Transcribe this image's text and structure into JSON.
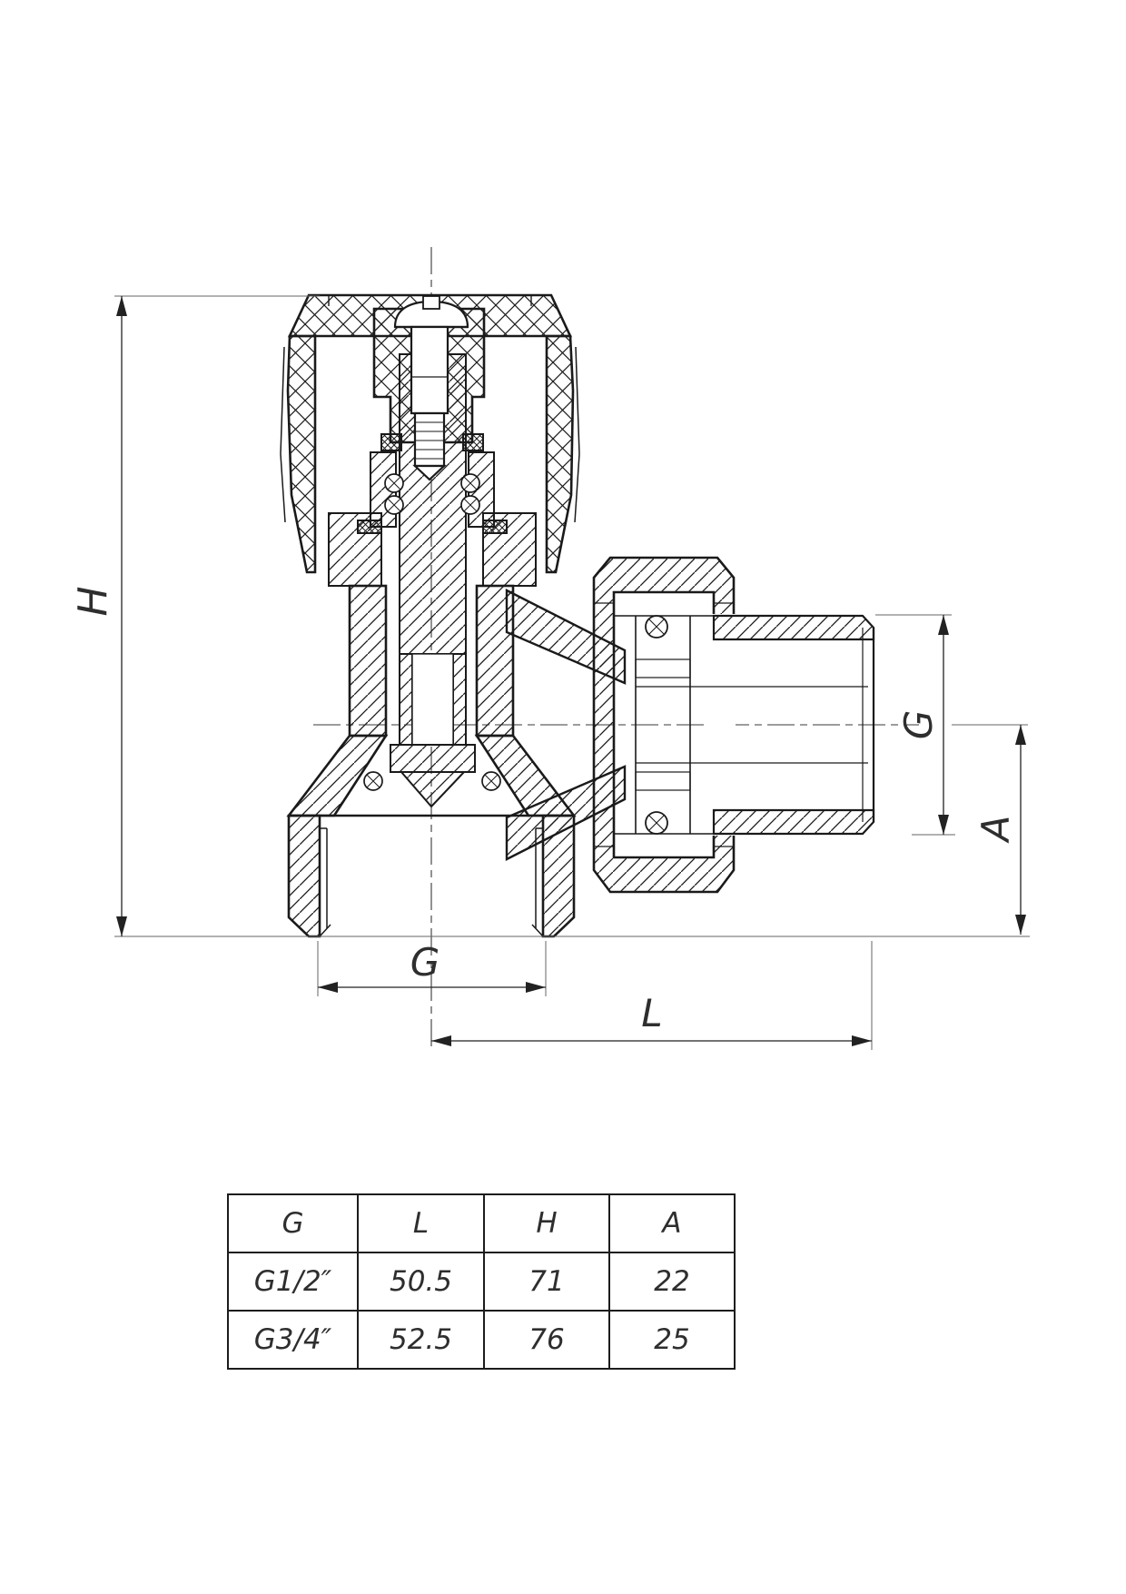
{
  "drawing": {
    "type": "technical drawing",
    "subject": "angle radiator valve cross-section",
    "dim_labels": {
      "height": "H",
      "bottom_thread": "G",
      "length": "L",
      "side_thread": "G",
      "axis_offset": "A"
    }
  },
  "table": {
    "headers": [
      "G",
      "L",
      "H",
      "A"
    ],
    "rows": [
      [
        "G1/2″",
        "50.5",
        "71",
        "22"
      ],
      [
        "G3/4″",
        "52.5",
        "76",
        "25"
      ]
    ]
  },
  "colors": {
    "background": "#ffffff",
    "line": "#1a1a1a",
    "dim_line": "#222222",
    "extension_line": "#666666",
    "text": "#2e2e2e"
  }
}
